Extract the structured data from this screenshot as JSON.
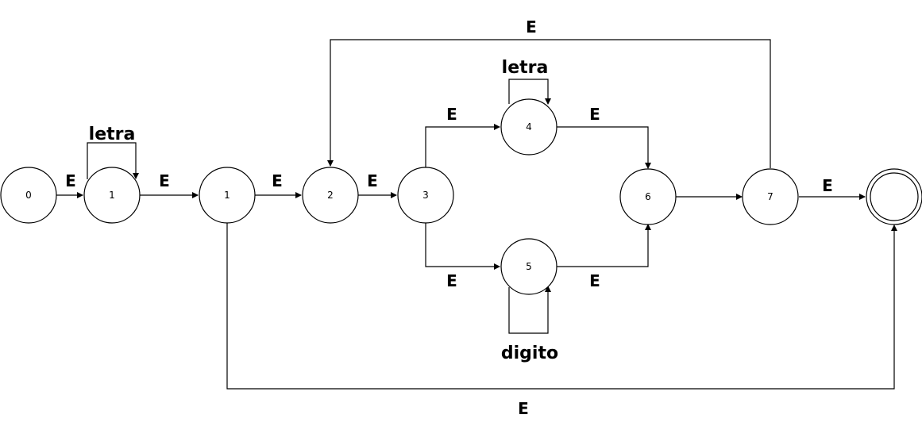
{
  "states": [
    {
      "id": "s0",
      "label": "0"
    },
    {
      "id": "s1a",
      "label": "1"
    },
    {
      "id": "s1b",
      "label": "1"
    },
    {
      "id": "s2",
      "label": "2"
    },
    {
      "id": "s3",
      "label": "3"
    },
    {
      "id": "s4",
      "label": "4"
    },
    {
      "id": "s5",
      "label": "5"
    },
    {
      "id": "s6",
      "label": "6"
    },
    {
      "id": "s7",
      "label": "7"
    },
    {
      "id": "sf",
      "label": ""
    }
  ],
  "edges": {
    "e0_1": "E",
    "e1a_1b": "E",
    "e1b_2": "E",
    "e2_3": "E",
    "e3_4": "E",
    "e3_5": "E",
    "e4_6": "E",
    "e5_6": "E",
    "e7_2": "E",
    "e7_f": "E",
    "e1b_f": "E",
    "loop_s1a": "letra",
    "loop_s4": "letra",
    "loop_s5": "digito"
  }
}
